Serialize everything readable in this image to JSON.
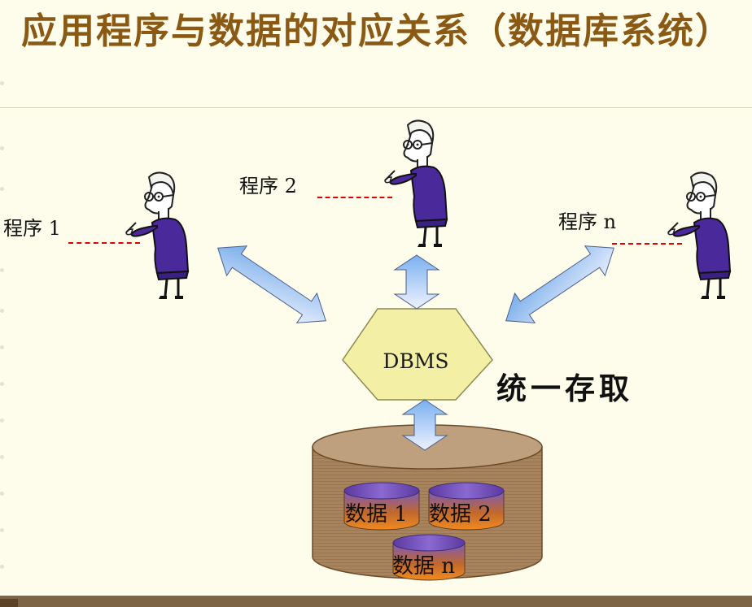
{
  "title": "应用程序与数据的对应关系（数据库系统）",
  "programs": {
    "p1": "程序 1",
    "p2": "程序 2",
    "pn": "程序 n"
  },
  "dbms_label": "DBMS",
  "access_label": "统一存取",
  "databases": {
    "d1": "数据 1",
    "d2": "数据 2",
    "dn": "数据 n"
  },
  "colors": {
    "title": "#8a5a14",
    "background": "#fefdec",
    "hexagon": "#f3f0a6",
    "cylinder": "#a6825e",
    "mini_cylinder_top": "#7a5bc0",
    "mini_cylinder_bottom": "#e07a22",
    "person_body": "#4a2a9a",
    "dashed_line": "#e00000",
    "bottom_bar": "#7d6444"
  },
  "icons": [
    "person-at-keyboard-icon",
    "double-arrow-icon",
    "hexagon-icon",
    "database-cylinder-icon"
  ]
}
